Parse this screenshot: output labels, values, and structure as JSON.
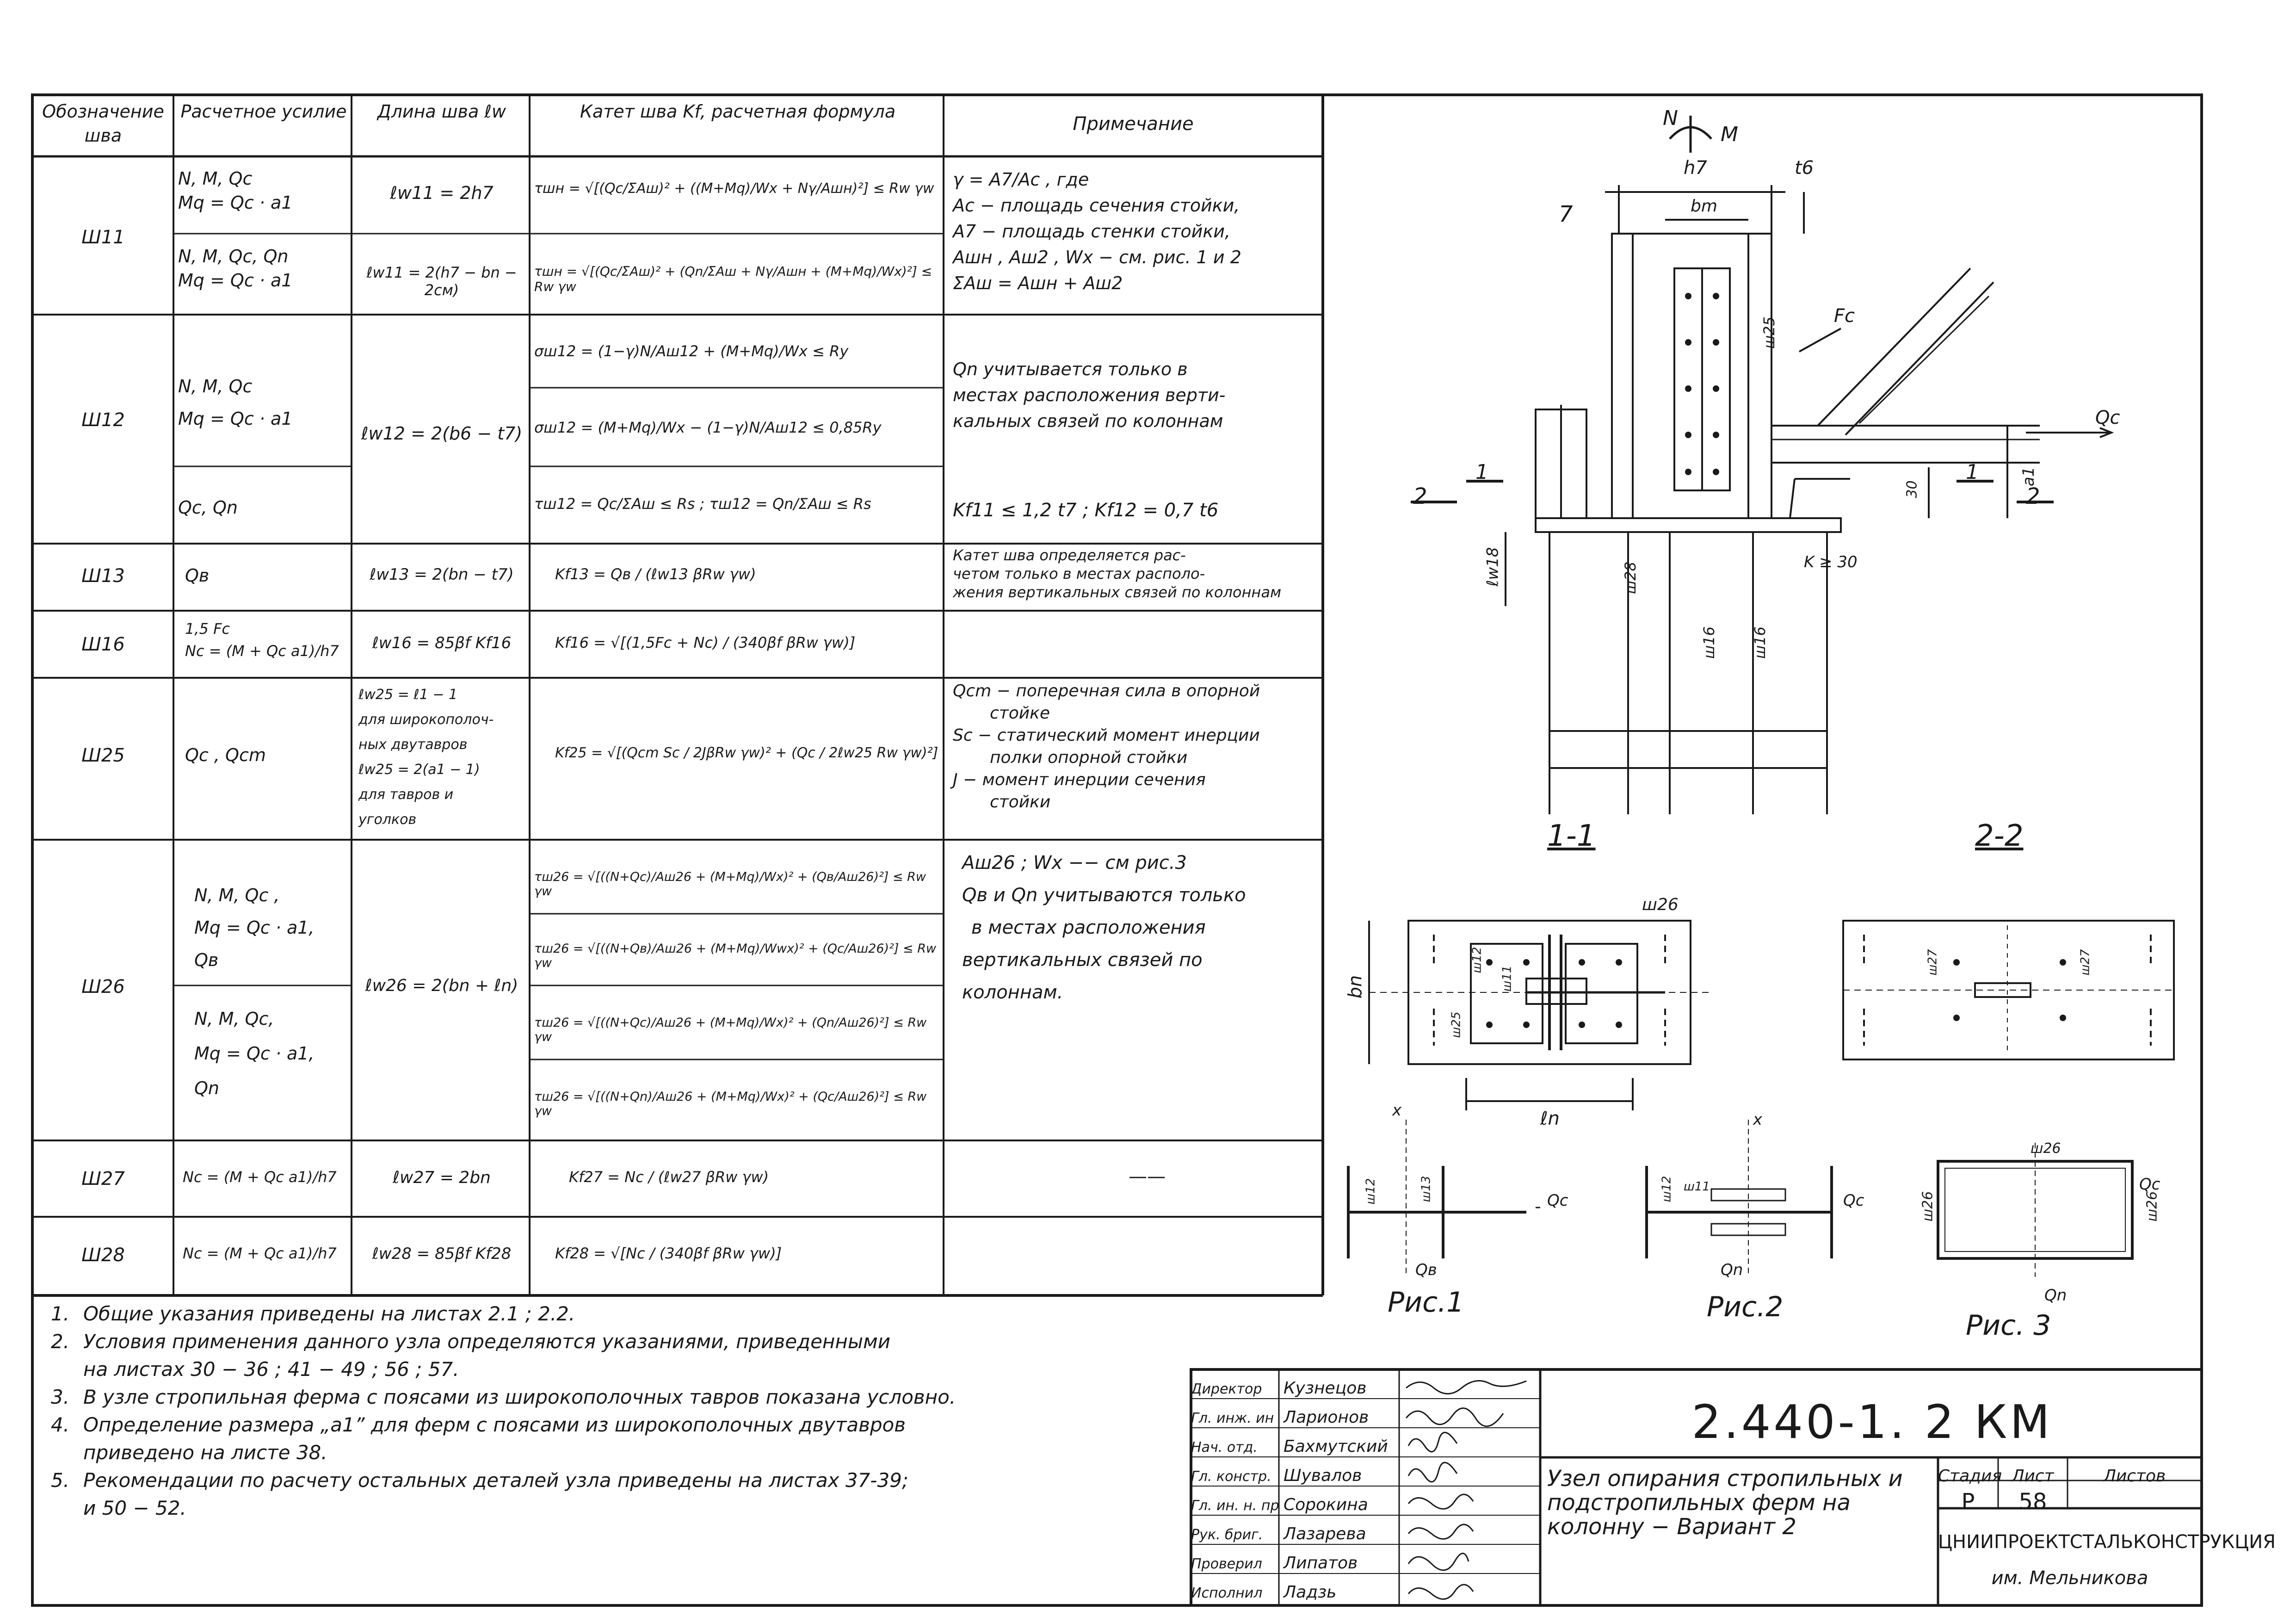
{
  "table": {
    "headers": {
      "designation": "Обозначение шва",
      "effort": "Расчетное усилие",
      "length": "Длина шва ℓw",
      "leg": "Катет шва Kf, расчетная формула",
      "note": "Примечание"
    },
    "rows": [
      {
        "id": "Ш11",
        "effort_a": "N, M, Qc",
        "effort_b": "Mq = Qc · a1",
        "length": "ℓw11 = 2h7",
        "formula": "τшн = √[(Qc/ΣAш)² + ((M+Mq)/Wx + Nγ/Aшн)²] ≤ Rw γw"
      },
      {
        "id": "",
        "effort_a": "N, M, Qc, Qn",
        "effort_b": "Mq = Qc · a1",
        "length": "ℓw11 = 2(h7 − bn − 2см)",
        "formula": "τшн = √[(Qc/ΣAш)² + (Qn/ΣAш + Nγ/Aшн + (M+Mq)/Wx)²] ≤ Rw γw"
      },
      {
        "id": "Ш12",
        "effort_a": "N, M, Qc",
        "effort_b": "Mq = Qc · a1",
        "length": "ℓw12 = 2(b6 − t7)",
        "formula": "σш12 = (1−γ)N/Aш12 + (M+Mq)/Wx ≤ Ry"
      },
      {
        "id": "",
        "effort_a": "",
        "effort_b": "",
        "length": "",
        "formula": "σш12 = (M+Mq)/Wx − (1−γ)N/Aш12 ≤ 0,85Ry"
      },
      {
        "id": "",
        "effort_a": "Qc, Qn",
        "effort_b": "",
        "length": "",
        "formula": "τш12 = Qc/ΣAш ≤ Rs ;  τш12 = Qn/ΣAш ≤ Rs"
      },
      {
        "id": "Ш13",
        "effort_a": "Qв",
        "effort_b": "",
        "length": "ℓw13 = 2(bn − t7)",
        "formula": "Kf13 = Qв / (ℓw13 βRw γw)"
      },
      {
        "id": "Ш16",
        "effort_a": "1,5 Fc",
        "effort_b": "Nc = (M + Qc a1)/h7",
        "length": "ℓw16 = 85βf Kf16",
        "formula": "Kf16 = √[(1,5Fc + Nc) / (340βf βRw γw)]"
      },
      {
        "id": "Ш25",
        "effort_a": "Qc , Qcm",
        "effort_b": "",
        "length_lines": [
          "ℓw25 = ℓ1 − 1",
          "для широкополоч-",
          "ных двутавров",
          "ℓw25 = 2(a1 − 1)",
          "для тавров и",
          "уголков"
        ],
        "formula": "Kf25 = √[(Qcm Sc / 2JβRw γw)² + (Qc / 2ℓw25 Rw γw)²]"
      },
      {
        "id": "Ш26",
        "effort_a": "N, M, Qc ,",
        "effort_b": "Mq = Qc · a1,",
        "effort_c": "Qв",
        "length": "ℓw26 = 2(bn + ℓn)",
        "formula": "τш26 = √[((N+Qc)/Aш26 + (M+Mq)/Wx)² + (Qв/Aш26)²] ≤ Rw γw"
      },
      {
        "id": "",
        "effort_a": "",
        "effort_b": "",
        "length": "",
        "formula": "τш26 = √[((N+Qв)/Aш26 + (M+Mq)/Wwx)² + (Qc/Aш26)²] ≤ Rw γw"
      },
      {
        "id": "",
        "effort_a": "N, M, Qc,",
        "effort_b": "Mq = Qc · a1,",
        "effort_c": "Qn",
        "length": "",
        "formula": "τш26 = √[((N+Qc)/Aш26 + (M+Mq)/Wx)² + (Qn/Aш26)²] ≤ Rw γw"
      },
      {
        "id": "",
        "effort_a": "",
        "effort_b": "",
        "length": "",
        "formula": "τш26 = √[((N+Qn)/Aш26 + (M+Mq)/Wx)² + (Qc/Aш26)²] ≤ Rw γw"
      },
      {
        "id": "Ш27",
        "effort_a": "Nc = (M + Qc a1)/h7",
        "effort_b": "",
        "length": "ℓw27 = 2bn",
        "formula": "Kf27 = Nc / (ℓw27 βRw γw)"
      },
      {
        "id": "Ш28",
        "effort_a": "Nc = (M + Qc a1)/h7",
        "effort_b": "",
        "length": "ℓw28 = 85βf Kf28",
        "formula": "Kf28 = √[Nc / (340βf βRw γw)]"
      }
    ],
    "remarks": {
      "r1": [
        "γ = A7/Ac , где",
        "Ac − площадь сечения стойки,",
        "A7 − площадь стенки стойки,",
        "Aшн , Aш2 , Wx − см. рис. 1 и 2",
        "ΣAш = Aшн + Aш2"
      ],
      "r2": [
        "Qn учитывается только в",
        "местах расположения верти-",
        "кальных связей по колоннам"
      ],
      "r3": "Kf11 ≤ 1,2 t7 ;     Kf12 = 0,7 t6",
      "r4": [
        "Катет шва определяется рас-",
        "четом только в местах располо-",
        "жения вертикальных связей по колоннам"
      ],
      "r5": [
        "Qcm − поперечная сила в опорной",
        "стойке",
        "Sc − статический момент инерции",
        "полки опорной стойки",
        "J − момент инерции сечения",
        "стойки"
      ],
      "r6": [
        "Aш26 ;  Wx −− см рис.3",
        "Qв и Qn учитываются только",
        "в местах расположения",
        "вертикальных связей по",
        "колоннам."
      ],
      "dash": "——"
    }
  },
  "drawing": {
    "labels": {
      "N": "N",
      "M": "M",
      "h7": "h7",
      "t6": "t6",
      "b_m": "bm",
      "seven": "7",
      "Fc": "Fc",
      "Qc": "Qc",
      "w25": "ш25",
      "w28": "ш28",
      "w16": "ш16",
      "w16b": "ш16",
      "k30": "K ≥ 30",
      "l_w18": "ℓw18",
      "thirty": "30",
      "a1": "a1",
      "one_a": "1",
      "one_b": "1",
      "two_a": "2",
      "two_b": "2",
      "x": "x"
    },
    "section_11": "1-1",
    "section_22": "2-2",
    "plan": {
      "w26": "ш26",
      "bn": "bn",
      "ln": "ℓn",
      "w11": "ш11",
      "w12": "ш12",
      "w25": "ш25",
      "w27": "ш27"
    },
    "figs": {
      "fig1": "Рис.1",
      "fig2": "Рис.2",
      "fig3": "Рис. 3",
      "w11": "ш11",
      "w12": "ш12",
      "w13": "ш13",
      "w26": "ш26",
      "Qc": "Qc",
      "Qв": "Qв",
      "Qn": "Qn",
      "x": "x"
    }
  },
  "notes": [
    {
      "num": "1.",
      "text": "Общие указания приведены на листах 2.1 ; 2.2."
    },
    {
      "num": "2.",
      "text": "Условия применения данного узла определяются указаниями, приведенными"
    },
    {
      "num": "",
      "text": "на листах 30 − 36 ; 41 − 49 ; 56 ; 57."
    },
    {
      "num": "3.",
      "text": "В узле стропильная ферма с поясами из широкополочных тавров показана условно."
    },
    {
      "num": "4.",
      "text": "Определение размера „a1” для ферм с поясами из широкополочных двутавров"
    },
    {
      "num": "",
      "text": "приведено на листе 38."
    },
    {
      "num": "5.",
      "text": "Рекомендации по расчету остальных деталей узла приведены на листах 37-39;"
    },
    {
      "num": "",
      "text": "и 50 − 52."
    }
  ],
  "title_block": {
    "roles": [
      {
        "role": "Директор",
        "name": "Кузнецов"
      },
      {
        "role": "Гл. инж. ин",
        "name": "Ларионов"
      },
      {
        "role": "Нач. отд.",
        "name": "Бахмутский"
      },
      {
        "role": "Гл. констр.",
        "name": "Шувалов"
      },
      {
        "role": "Гл. ин. н. пр",
        "name": "Сорокина"
      },
      {
        "role": "Рук. бриг.",
        "name": "Лазарева"
      },
      {
        "role": "Проверил",
        "name": "Липатов"
      },
      {
        "role": "Исполнил",
        "name": "Ладзь"
      }
    ],
    "code": "2.440-1. 2 КМ",
    "title": "Узел опирания стропильных и подстропильных ферм на колонну − Вариант 2",
    "stage_label": "Стадия",
    "sheet_label": "Лист",
    "sheets_label": "Листов",
    "stage": "Р",
    "sheet": "58",
    "sheets": "",
    "org": "ЦНИИПРОЕКТСТАЛЬКОНСТРУКЦИЯ",
    "org2": "им. Мельникова"
  }
}
